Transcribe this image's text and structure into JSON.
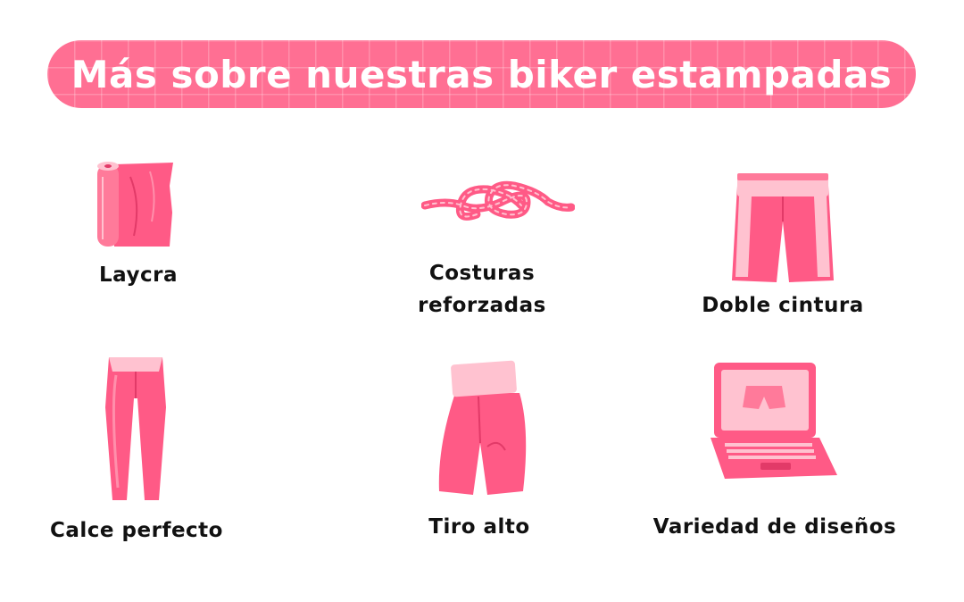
{
  "title": "Más sobre nuestras biker estampadas",
  "colors": {
    "pink": "#ff5a86",
    "light_pink": "#ffc2d0",
    "banner": "#ff6f93",
    "dark_pink": "#e23a68"
  },
  "features": [
    {
      "icon": "fabric-roll-icon",
      "label": "Laycra"
    },
    {
      "icon": "knot-rope-icon",
      "label_lines": [
        "Costuras",
        "reforzadas"
      ]
    },
    {
      "icon": "double-waist-shorts-icon",
      "label": "Doble cintura"
    },
    {
      "icon": "leggings-icon",
      "label": "Calce perfecto"
    },
    {
      "icon": "high-waist-shorts-icon",
      "label": "Tiro alto"
    },
    {
      "icon": "laptop-design-icon",
      "label": "Variedad de diseños"
    }
  ]
}
